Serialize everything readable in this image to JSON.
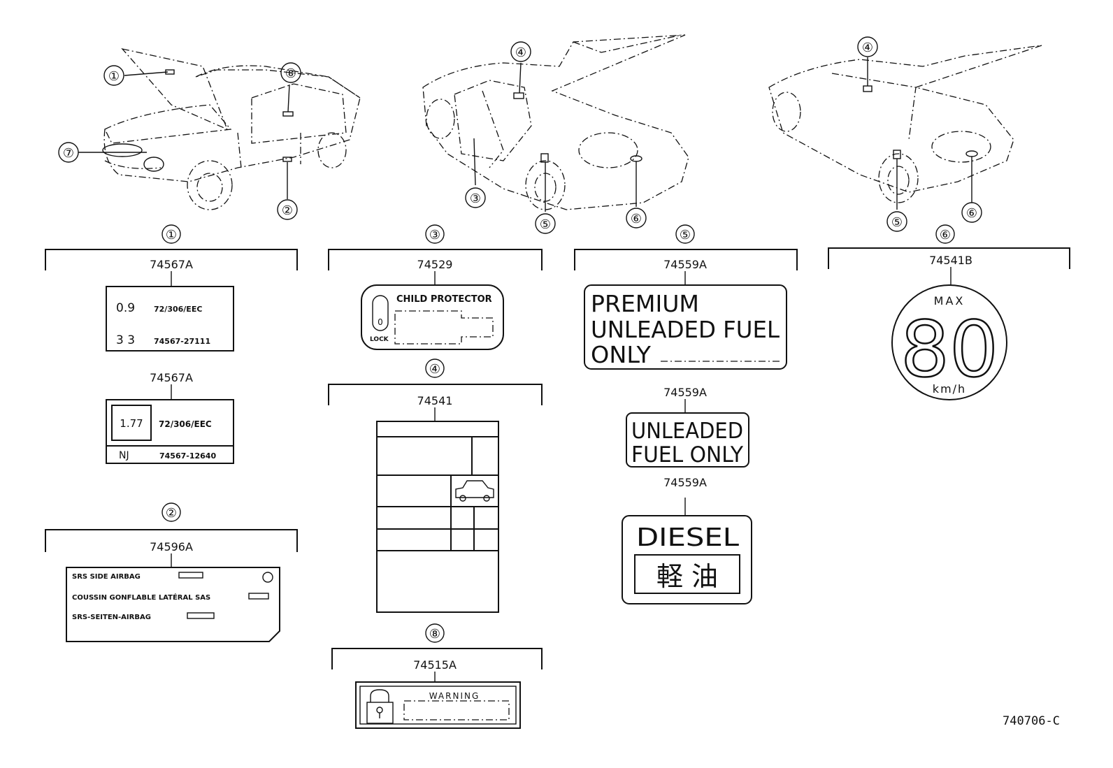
{
  "callouts": {
    "c1": "①",
    "c2": "②",
    "c3": "③",
    "c4": "④",
    "c5": "⑤",
    "c6": "⑥",
    "c7": "⑦",
    "c8": "⑧"
  },
  "groups": {
    "g1": {
      "marker": "①",
      "label_a": {
        "part": "74567A",
        "row1_val": "0.9",
        "row1_code": "72/306/EEC",
        "row2_val": "3 3",
        "row2_code": "74567-27111"
      },
      "label_b": {
        "part": "74567A",
        "box_val": "1.77",
        "code": "72/306/EEC",
        "row2_val": "NJ",
        "row2_code": "74567-12640"
      }
    },
    "g2": {
      "marker": "②",
      "part": "74596A",
      "line1": "SRS SIDE AIRBAG",
      "line2": "COUSSIN GONFLABLE LATÉRAL SAS",
      "line3": "SRS-SEITEN-AIRBAG"
    },
    "g3": {
      "marker": "③",
      "part": "74529",
      "title": "CHILD PROTECTOR",
      "knob": "0",
      "lock": "LOCK"
    },
    "g4": {
      "marker": "④",
      "part": "74541"
    },
    "g5": {
      "marker": "⑤",
      "premium": {
        "part": "74559A",
        "line1": "PREMIUM",
        "line2": "UNLEADED FUEL",
        "line3": "ONLY"
      },
      "unleaded": {
        "part": "74559A",
        "line1": "UNLEADED",
        "line2": "FUEL ONLY"
      },
      "diesel": {
        "part": "74559A",
        "line1": "DIESEL",
        "line2": "軽 油"
      }
    },
    "g6": {
      "marker": "⑥",
      "part": "74541B",
      "max": "MAX",
      "speed": "80",
      "unit": "km/h"
    },
    "g8": {
      "marker": "⑧",
      "part": "74515A",
      "title": "WARNING"
    }
  },
  "figure_code": "740706-C"
}
